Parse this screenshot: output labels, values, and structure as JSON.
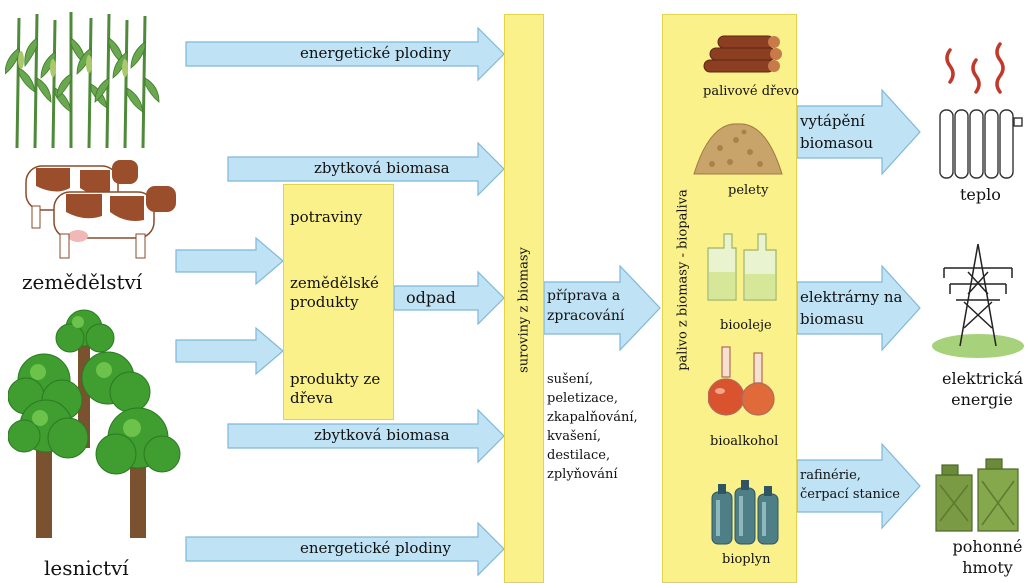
{
  "sources": {
    "agriculture_label": "zemědělství",
    "forestry_label": "lesnictví"
  },
  "flows": {
    "energy_crops_top": "energetické plodiny",
    "residual_biomass_top": "zbytková biomasa",
    "residual_biomass_bottom": "zbytková biomasa",
    "energy_crops_bottom": "energetické plodiny",
    "waste": "odpad",
    "preparation": "příprava a zpracování",
    "heating": "vytápění biomasou",
    "power_plants": "elektrárny na biomasu",
    "refineries": "rafinérie, čerpací stanice"
  },
  "products_box": {
    "item1": "potraviny",
    "item2": "zemědělské produkty",
    "item3": "produkty ze dřeva"
  },
  "raw_materials_bar": "suroviny z biomasy",
  "processing_list": [
    "sušení,",
    "peletizace,",
    "zkapalňování,",
    "kvašení,",
    "destilace,",
    "zplyňování"
  ],
  "fuels_bar": "palivo z biomasy - biopaliva",
  "fuels": {
    "firewood": "palivové dřevo",
    "pellets": "pelety",
    "biooil": "biooleje",
    "bioalcohol": "bioalkohol",
    "biogas": "bioplyn"
  },
  "outputs": {
    "heat": "teplo",
    "electricity": "elektrická energie",
    "fuels": "pohonné hmoty"
  },
  "colors": {
    "arrow_fill": "#bfe2f5",
    "arrow_stroke": "#7fb8d8",
    "yellow": "#fbf18a"
  }
}
